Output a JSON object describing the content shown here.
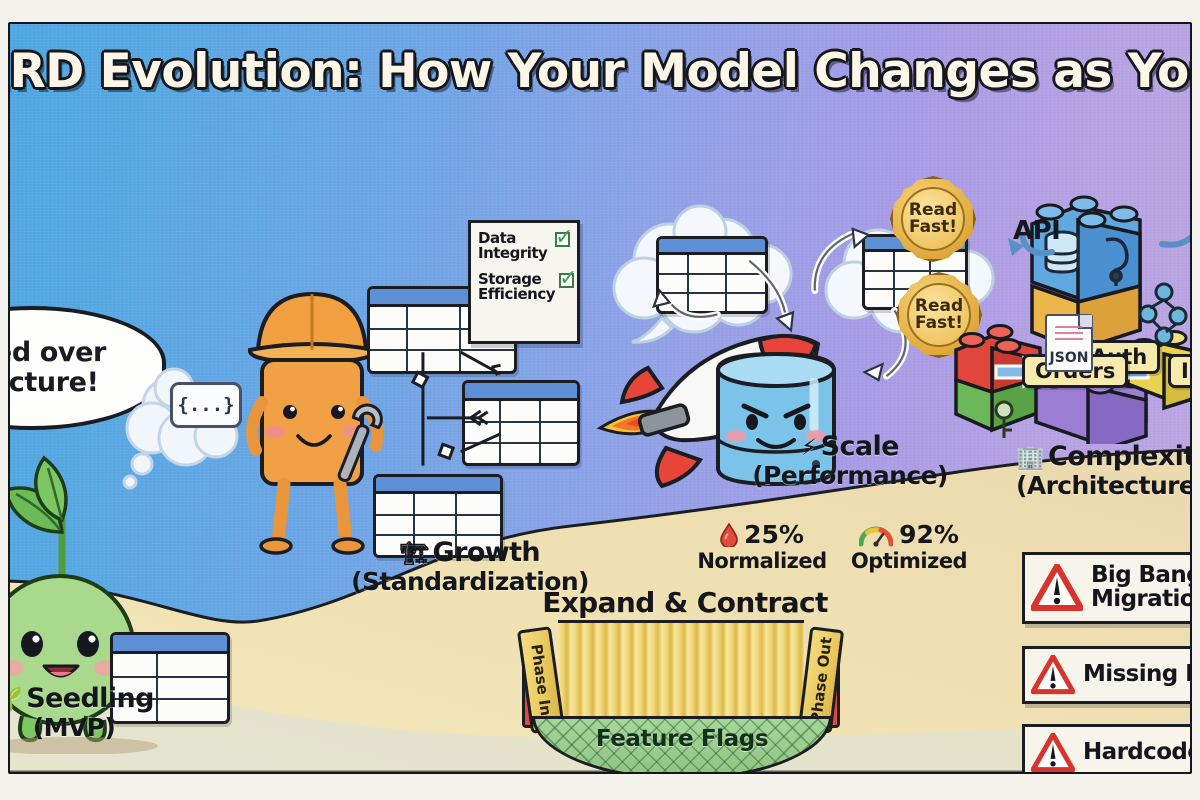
{
  "title": "ERD Evolution: How Your Model Changes as Your App Grows",
  "palette": {
    "sky_left": "#4ea7e2",
    "sky_right": "#bda7e2",
    "path": "#f0e3b4",
    "ink": "#1a1c22",
    "table_header": "#5d8fd6",
    "warning_red": "#d8332c",
    "badge_gold": "#e0aa3e",
    "accordion_yellow": "#f2d475",
    "net_green": "#9ccd8f"
  },
  "speech_bubble": {
    "text": "Speed over Structure!"
  },
  "thought": {
    "json_chip": "{...}"
  },
  "checklist": {
    "items": [
      {
        "label": "Data Integrity",
        "checked": true
      },
      {
        "label": "Storage Efficiency",
        "checked": true
      }
    ]
  },
  "stages": [
    {
      "id": "seedling",
      "icon": "seedling-icon",
      "icon_glyph": "🌱",
      "title": "Seedling",
      "subtitle": "(MVP)"
    },
    {
      "id": "growth",
      "icon": "construction-icon",
      "icon_glyph": "🏗",
      "title": "Growth",
      "subtitle": "(Standardization)"
    },
    {
      "id": "scale",
      "icon": "lightning-icon",
      "icon_glyph": "⚡",
      "title": "Scale",
      "subtitle": "(Performance)"
    },
    {
      "id": "complexity",
      "icon": "office-building-icon",
      "icon_glyph": "🏢",
      "title": "Complexity",
      "subtitle": "(Architecture)"
    }
  ],
  "metrics": [
    {
      "icon": "droplet-icon",
      "value": "25%",
      "label": "Normalized"
    },
    {
      "icon": "gauge-icon",
      "value": "92%",
      "label": "Optimized"
    }
  ],
  "badges": [
    {
      "text": "Read Fast!"
    },
    {
      "text": "Read Fast!"
    }
  ],
  "expand_contract": {
    "heading": "Expand & Contract",
    "left_panel": "Phase In",
    "right_panel": "Phase Out",
    "net_label": "Feature Flags"
  },
  "architecture": {
    "api_label": "API",
    "json_file_label": "JSON",
    "blocks": [
      {
        "label": "Auth",
        "color": "#edb64a"
      },
      {
        "label": "Orders",
        "color": "#e0463c"
      },
      {
        "label": "Inventory",
        "color": "#e8d24f"
      }
    ]
  },
  "warnings": [
    {
      "icon": "warning-triangle-icon",
      "text": "Big Bang\nMigrations"
    },
    {
      "icon": "warning-triangle-icon",
      "text": "Missing Indexes"
    },
    {
      "icon": "warning-triangle-icon",
      "text": "Hardcoded Logic"
    }
  ]
}
